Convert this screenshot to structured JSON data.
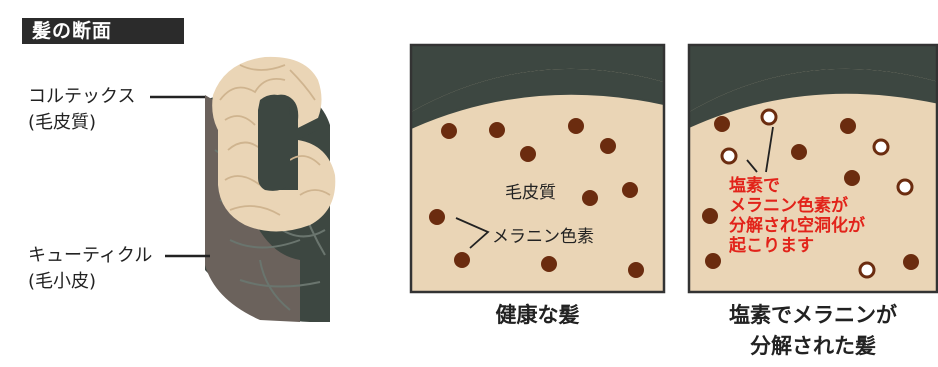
{
  "title": "髪の断面",
  "labels": {
    "cortex_line1": "コルテックス",
    "cortex_line2": "(毛皮質)",
    "cuticle_line1": "キューティクル",
    "cuticle_line2": "(毛小皮)"
  },
  "panel_healthy": {
    "cortex_label": "毛皮質",
    "melanin_label": "メラニン色素",
    "caption": "健康な髪"
  },
  "panel_damaged": {
    "annotation_line1": "塩素で",
    "annotation_line2": "メラニン色素が",
    "annotation_line3": "分解され空洞化が",
    "annotation_line4": "起こります",
    "caption_line1": "塩素でメラニンが",
    "caption_line2": "分解された髪"
  },
  "colors": {
    "cortex_fill": "#ead5b6",
    "cuticle_fill": "#3d4741",
    "melanin_dot": "#6b2c0f",
    "highlight_red": "#e2231a"
  }
}
